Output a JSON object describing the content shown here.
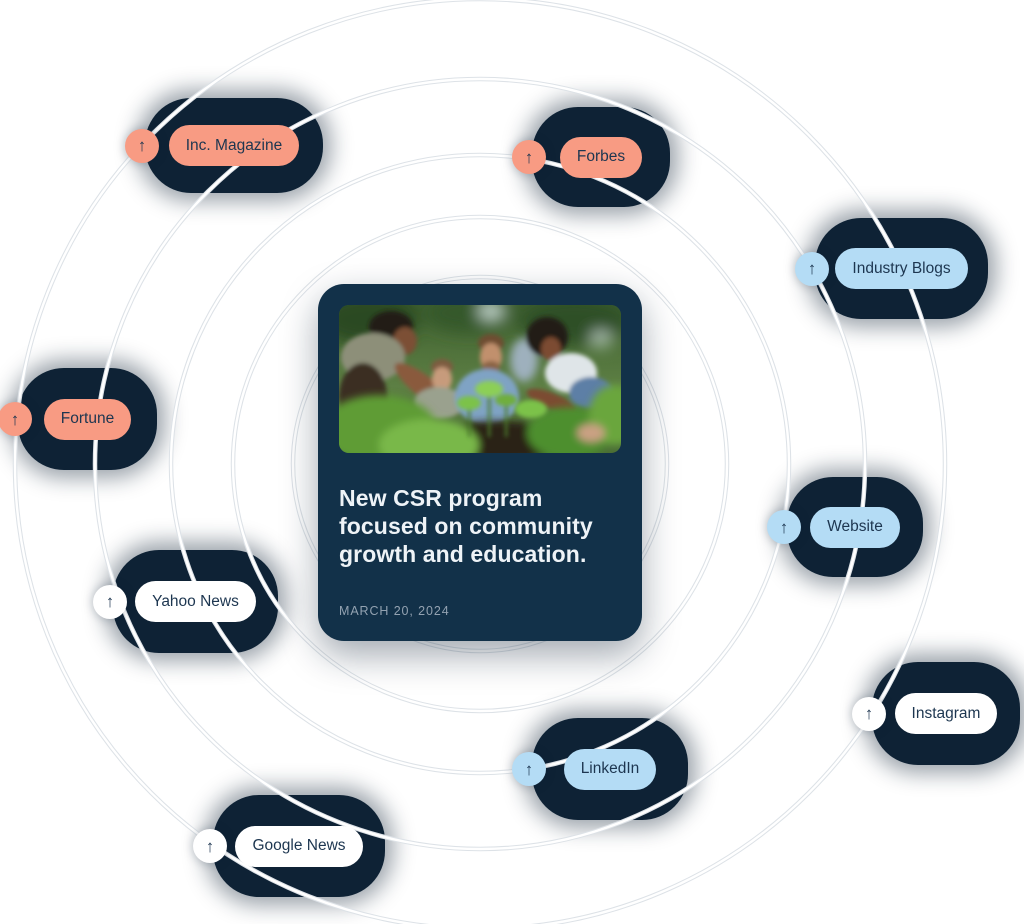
{
  "card": {
    "headline": "New CSR program focused on community growth and education.",
    "date": "MARCH 20, 2024",
    "image_subject": "volunteers-planting-community-garden"
  },
  "nodes": [
    {
      "label": "Inc. Magazine",
      "theme": "salmon"
    },
    {
      "label": "Forbes",
      "theme": "salmon"
    },
    {
      "label": "Industry Blogs",
      "theme": "blue"
    },
    {
      "label": "Fortune",
      "theme": "salmon"
    },
    {
      "label": "Website",
      "theme": "blue"
    },
    {
      "label": "Yahoo News",
      "theme": "white"
    },
    {
      "label": "Instagram",
      "theme": "white"
    },
    {
      "label": "LinkedIn",
      "theme": "blue"
    },
    {
      "label": "Google News",
      "theme": "white"
    }
  ],
  "icons": {
    "arrow_up": "↑"
  },
  "colors": {
    "salmon": "#F89B83",
    "light_blue": "#B4DCF5",
    "white_pill": "#FFFFFF",
    "blob_navy": "#0E2235",
    "card_navy": "#123149",
    "pill_text": "#1D3650",
    "headline_text": "#EEF3F7",
    "date_text": "#93A2B1",
    "ring": "#FFFFFF"
  }
}
